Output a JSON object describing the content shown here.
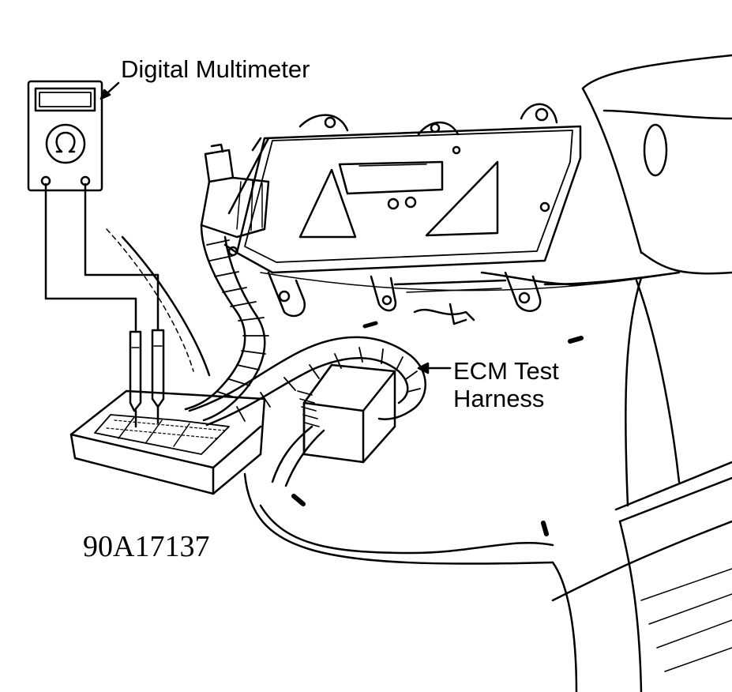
{
  "labels": {
    "multimeter": "Digital Multimeter",
    "ecm_line1": "ECM Test",
    "ecm_line2": "Harness",
    "figure_code": "90A17137"
  },
  "icons": {
    "meter_symbol": "ohm-icon"
  },
  "colors": {
    "ink": "#000000",
    "paper": "#ffffff"
  }
}
